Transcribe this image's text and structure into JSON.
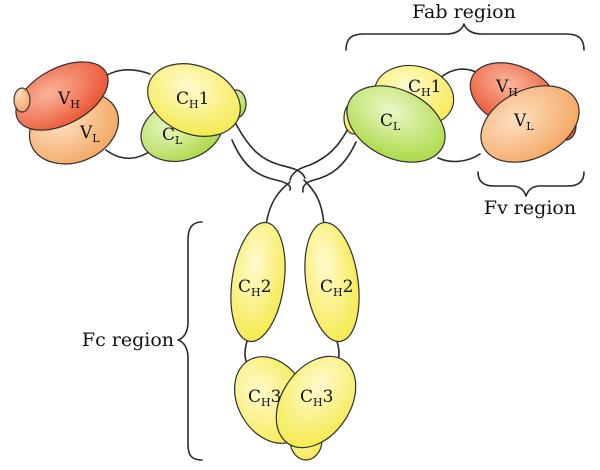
{
  "regions": {
    "fab": "Fab region",
    "fv": "Fv region",
    "fc": "Fc region"
  },
  "domains": {
    "vh": {
      "main": "V",
      "sub": "H"
    },
    "vl": {
      "main": "V",
      "sub": "L"
    },
    "ch1": {
      "main": "C",
      "sub": "H",
      "suffix": "1"
    },
    "cl": {
      "main": "C",
      "sub": "L"
    },
    "ch2": {
      "main": "C",
      "sub": "H",
      "suffix": "2"
    },
    "ch3": {
      "main": "C",
      "sub": "H",
      "suffix": "3"
    }
  },
  "colors": {
    "yellow": "#f5e94a",
    "yellow_light": "#fffbd0",
    "red": "#e84a2a",
    "red_light": "#fbb59a",
    "orange": "#f3a15a",
    "orange_light": "#fde0c0",
    "green": "#a6d63a",
    "green_light": "#eaf8c8"
  }
}
